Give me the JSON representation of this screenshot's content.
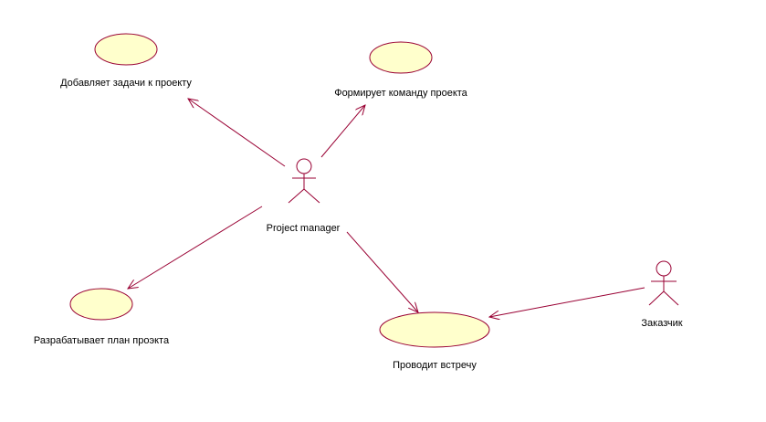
{
  "colors": {
    "background": "#ffffff",
    "use_case_fill": "#ffffcc",
    "line": "#990033",
    "text": "#000000"
  },
  "actors": {
    "project_manager": {
      "label": "Project manager"
    },
    "customer": {
      "label": "Заказчик"
    }
  },
  "use_cases": {
    "add_tasks": {
      "label": "Добавляет задачи к проекту"
    },
    "form_team": {
      "label": "Формирует команду проекта"
    },
    "develop_plan": {
      "label": "Разрабатывает план проэкта"
    },
    "hold_meeting": {
      "label": "Проводит встречу"
    }
  },
  "associations": [
    {
      "from": "project_manager",
      "to": "add_tasks"
    },
    {
      "from": "project_manager",
      "to": "form_team"
    },
    {
      "from": "project_manager",
      "to": "develop_plan"
    },
    {
      "from": "project_manager",
      "to": "hold_meeting"
    },
    {
      "from": "customer",
      "to": "hold_meeting"
    }
  ]
}
